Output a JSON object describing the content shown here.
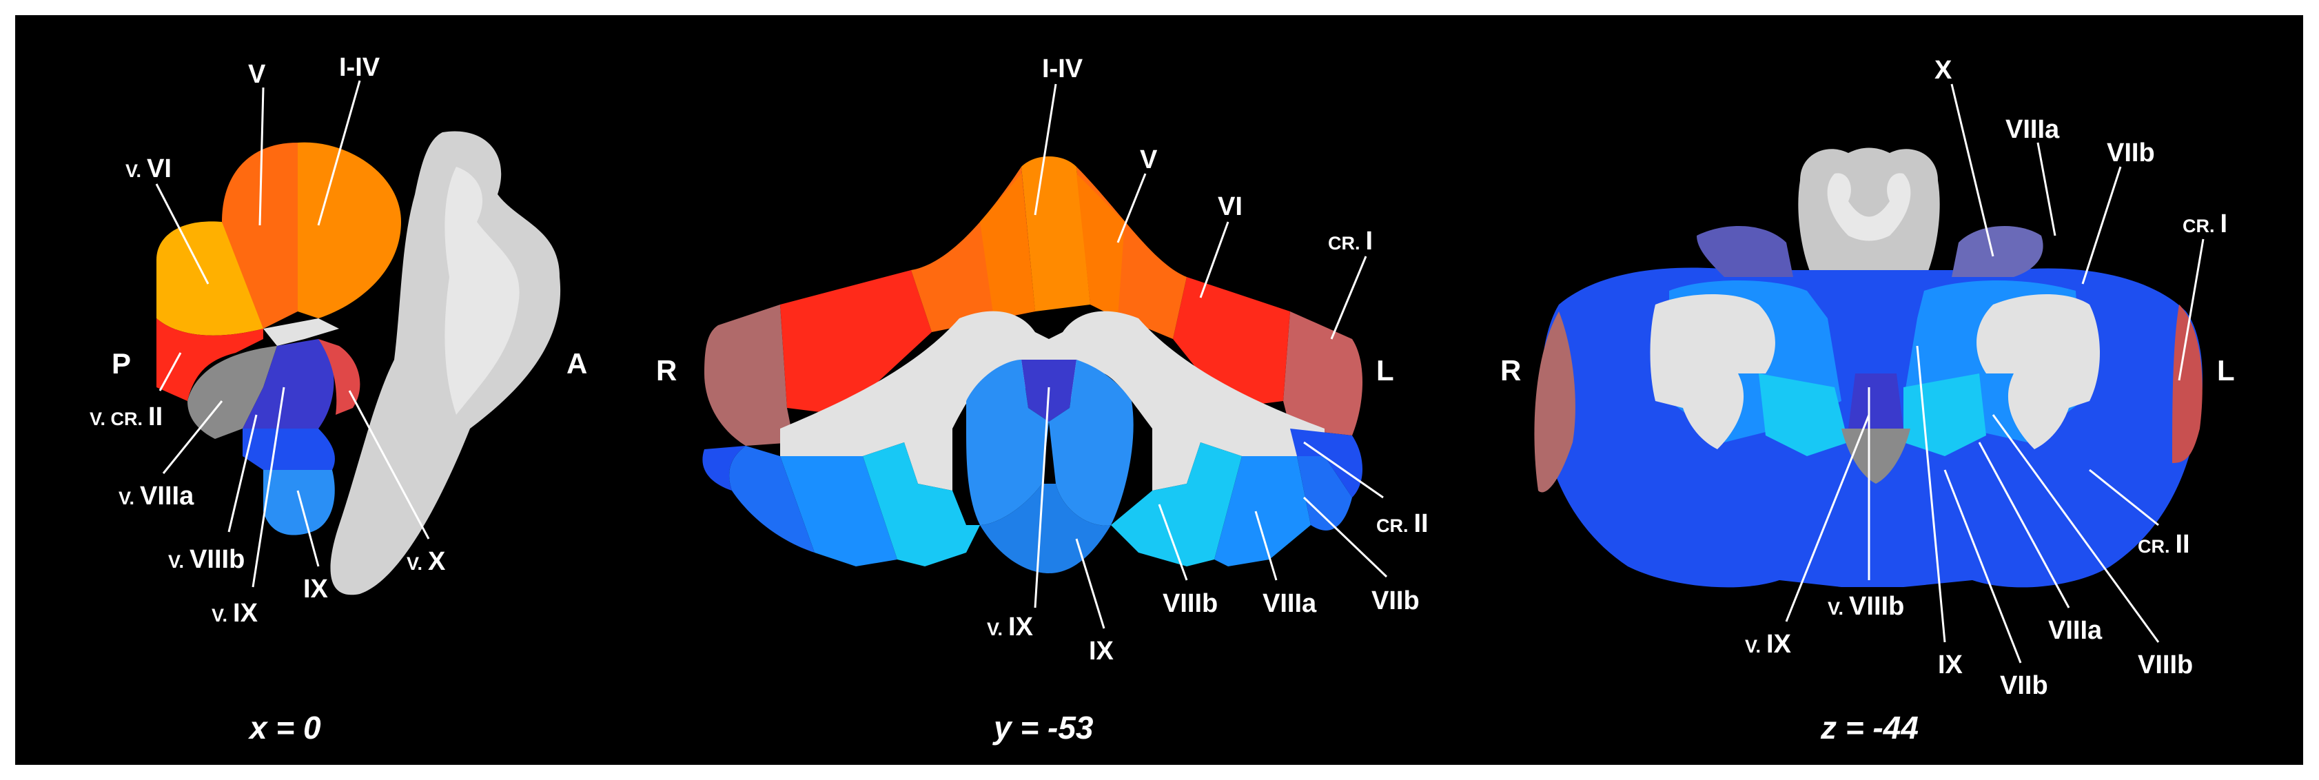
{
  "panels": [
    {
      "coord": "x = 0",
      "directions": [
        "P",
        "A"
      ],
      "labels": [
        {
          "text": "V"
        },
        {
          "text": "I-IV"
        },
        {
          "prefix": "V.",
          "text": "VI"
        },
        {
          "prefix": "V. CR.",
          "text": "II"
        },
        {
          "prefix": "V.",
          "text": "VIIIa"
        },
        {
          "prefix": "V.",
          "text": "VIIIb"
        },
        {
          "prefix": "V.",
          "text": "IX"
        },
        {
          "text": "IX"
        },
        {
          "prefix": "V.",
          "text": "X"
        }
      ]
    },
    {
      "coord": "y = -53",
      "directions": [
        "R",
        "L"
      ],
      "labels": [
        {
          "text": "I-IV"
        },
        {
          "text": "V"
        },
        {
          "text": "VI"
        },
        {
          "prefix": "CR.",
          "text": "I"
        },
        {
          "prefix": "CR.",
          "text": "II"
        },
        {
          "text": "VIIb"
        },
        {
          "text": "VIIIa"
        },
        {
          "text": "VIIIb"
        },
        {
          "text": "IX"
        },
        {
          "prefix": "V.",
          "text": "IX"
        }
      ]
    },
    {
      "coord": "z = -44",
      "directions": [
        "R",
        "L"
      ],
      "labels": [
        {
          "text": "X"
        },
        {
          "text": "VIIIa"
        },
        {
          "text": "VIIb"
        },
        {
          "prefix": "CR.",
          "text": "I"
        },
        {
          "prefix": "CR.",
          "text": "II"
        },
        {
          "text": "VIIIb"
        },
        {
          "text": "VIIIa"
        },
        {
          "text": "VIIb"
        },
        {
          "text": "IX"
        },
        {
          "prefix": "V.",
          "text": "VIIIb"
        },
        {
          "prefix": "V.",
          "text": "IX"
        }
      ]
    }
  ],
  "colors": {
    "background": "#000000",
    "lobule_I_IV": "#ff8a00",
    "lobule_V": "#ff6a10",
    "lobule_VI": "#ff2a1a",
    "vermis_VI": "#ffb000",
    "crus_I": "#b06a6a",
    "crus_II": "#1e4ff0",
    "lobule_VIIb": "#1e6ef5",
    "lobule_VIIIa": "#1a8fff",
    "lobule_VIIIb": "#18c8f5",
    "lobule_IX": "#2a8ff5",
    "vermis_IX": "#3a3acc",
    "vermis_X": "#e04848",
    "vermis_CR_II": "#8a8a8a",
    "white_matter": "#e2e2e2",
    "brainstem": "#c8c8c8"
  }
}
